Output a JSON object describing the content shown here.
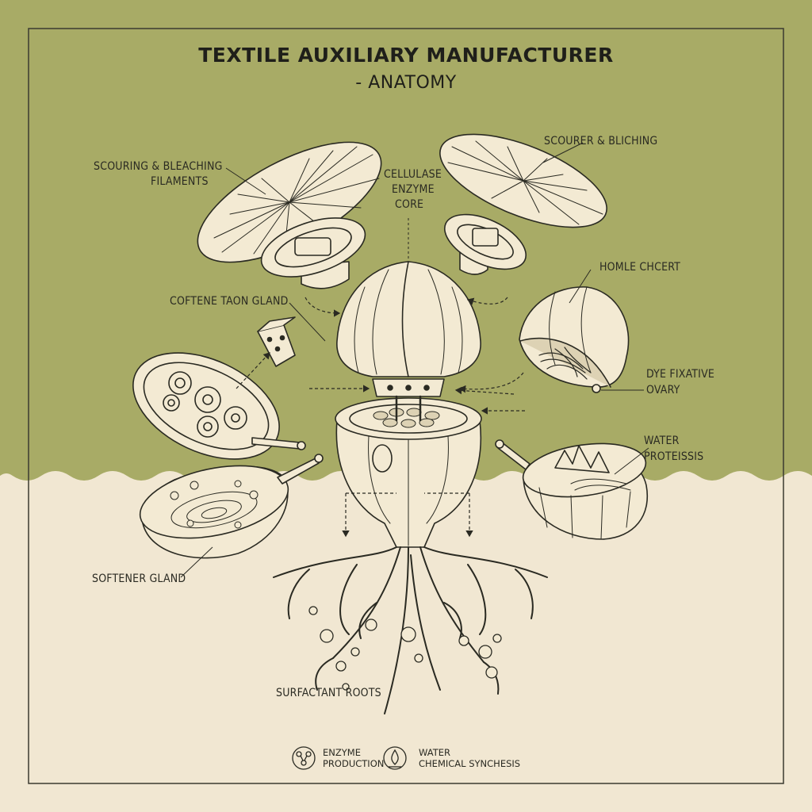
{
  "title": "TEXTILE AUXILIARY MANUFACTURER",
  "subtitle": "- ANATOMY",
  "colors": {
    "top_band": "#a8ab66",
    "bottom_band": "#f1e7d2",
    "ink": "#2a2a22",
    "part_fill": "#f3ead3"
  },
  "labels": {
    "scouring_filaments": [
      "SCOURING & BLEACHING",
      "FILAMENTS"
    ],
    "cellulase_core": [
      "CELLULASE",
      "ENZYME",
      "CORE"
    ],
    "scoured_bleaching": "SCOURER & BLICHING",
    "home_chcert": "HOMLE CHCERT",
    "coftene_gland": "COFTENE TAON GLAND",
    "dye_fixative": [
      "DYE FIXATIVE",
      "OVARY"
    ],
    "water_proteissis": [
      "WATER",
      "PROTEISSIS"
    ],
    "softener_gland": "SOFTENER GLAND",
    "surfactant_roots": "SURFACTANT ROOTS"
  },
  "legend": [
    {
      "icon": "molecule-icon",
      "lines": [
        "ENZYME",
        "PRODUCTION"
      ]
    },
    {
      "icon": "water-drop-icon",
      "lines": [
        "WATER",
        "CHEMICAL SYNCHESIS"
      ]
    }
  ]
}
